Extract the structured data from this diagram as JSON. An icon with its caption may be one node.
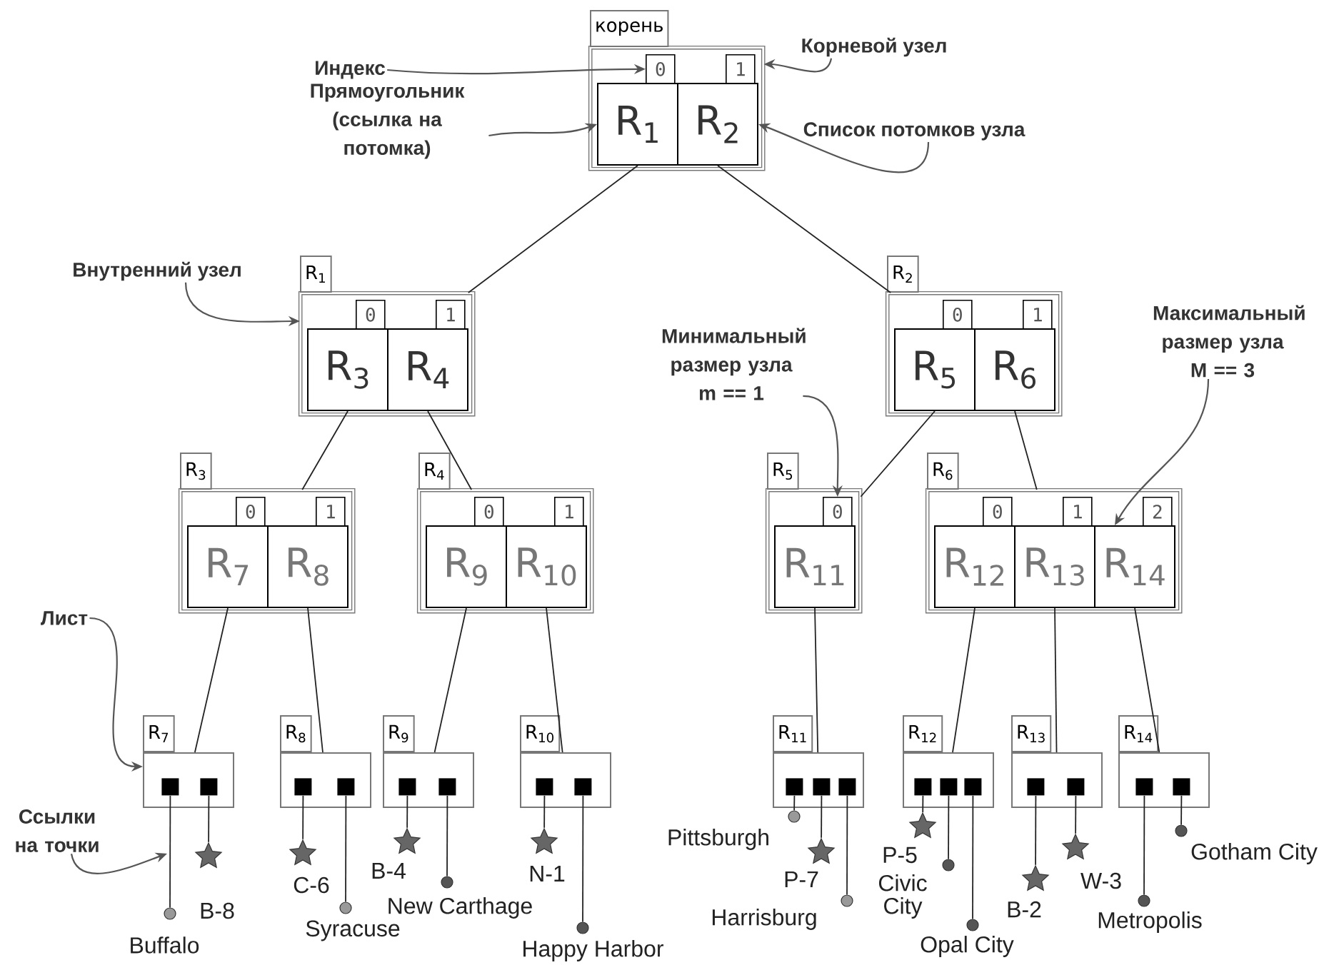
{
  "diagram": {
    "nodes": [
      {
        "text": [
          "корень"
        ]
      },
      {
        "text": [
          "0"
        ],
        "in": 0
      },
      {
        "text": [
          "1"
        ],
        "in": 0
      },
      {
        "text": [
          "R$_{1}$"
        ],
        "in": 0
      },
      {
        "text": [
          "R$_{2}$"
        ],
        "in": 0
      },
      {
        "text": [
          "R$_{1}$"
        ]
      },
      {
        "text": [
          "0"
        ],
        "in": 5
      },
      {
        "text": [
          "1"
        ],
        "in": 5
      },
      {
        "text": [
          "R$_{3}$"
        ],
        "in": 5
      },
      {
        "text": [
          "R$_{4}$"
        ],
        "in": 5
      },
      {
        "text": [
          "R$_{2}$"
        ]
      },
      {
        "text": [
          "0"
        ],
        "in": 10
      },
      {
        "text": [
          "1"
        ],
        "in": 10
      },
      {
        "text": [
          "R$_{5}$"
        ],
        "in": 10
      },
      {
        "text": [
          "R$_{6}$"
        ],
        "in": 10
      },
      {
        "text": [
          "R$_{3}$"
        ]
      },
      {
        "text": [
          "0"
        ],
        "in": 15
      },
      {
        "text": [
          "1"
        ],
        "in": 15
      },
      {
        "text": [
          "R$_{7}$"
        ],
        "in": 15
      },
      {
        "text": [
          "R$_{8}$"
        ],
        "in": 15
      },
      {
        "text": [
          "R$_{4}$"
        ]
      },
      {
        "text": [
          "0"
        ],
        "in": 20
      },
      {
        "text": [
          "1"
        ],
        "in": 20
      },
      {
        "text": [
          "R$_{9}$"
        ],
        "in": 20
      },
      {
        "text": [
          "R$_{10}$"
        ],
        "in": 20
      },
      {
        "text": [
          "R$_{5}$"
        ]
      },
      {
        "text": [
          "0"
        ],
        "in": 25
      },
      {
        "text": [
          "R$_{11}$"
        ],
        "in": 25
      },
      {
        "text": [
          "R$_{6}$"
        ]
      },
      {
        "text": [
          "0"
        ],
        "in": 28
      },
      {
        "text": [
          "1"
        ],
        "in": 28
      },
      {
        "text": [
          "2"
        ],
        "in": 28
      },
      {
        "text": [
          "R$_{12}$"
        ],
        "in": 28
      },
      {
        "text": [
          "R$_{13}$"
        ],
        "in": 28
      },
      {
        "text": [
          "R$_{14}$"
        ],
        "in": 28
      },
      {
        "text": [
          "R$_{7}$"
        ]
      },
      {
        "text": [],
        "shape": "box",
        "in": 35
      },
      {
        "text": [],
        "shape": "box",
        "in": 35
      },
      {
        "text": [
          "R$_{8}$"
        ]
      },
      {
        "text": [],
        "shape": "box",
        "in": 38
      },
      {
        "text": [],
        "shape": "box",
        "in": 38
      },
      {
        "text": [
          "R$_{9}$"
        ]
      },
      {
        "text": [],
        "shape": "box",
        "in": 41
      },
      {
        "text": [],
        "shape": "box",
        "in": 41
      },
      {
        "text": [
          "R$_{10}$"
        ]
      },
      {
        "text": [],
        "shape": "box",
        "in": 44
      },
      {
        "text": [],
        "shape": "box",
        "in": 44
      },
      {
        "text": [
          "R$_{11}$"
        ]
      },
      {
        "text": [],
        "shape": "box",
        "in": 47
      },
      {
        "text": [],
        "shape": "box",
        "in": 47
      },
      {
        "text": [],
        "shape": "box",
        "in": 47
      },
      {
        "text": [
          "R$_{12}$"
        ]
      },
      {
        "text": [],
        "shape": "box",
        "in": 51
      },
      {
        "text": [],
        "shape": "box",
        "in": 51
      },
      {
        "text": [],
        "shape": "box",
        "in": 51
      },
      {
        "text": [
          "R$_{13}$"
        ]
      },
      {
        "text": [],
        "shape": "box",
        "in": 55
      },
      {
        "text": [],
        "shape": "box",
        "in": 55
      },
      {
        "text": [
          "R$_{14}$"
        ]
      },
      {
        "text": [],
        "shape": "box",
        "in": 58
      },
      {
        "text": [],
        "shape": "box",
        "in": 58
      },
      {
        "text": [],
        "shape": "circle",
        "beside": [
          "Buffalo"
        ]
      },
      {
        "text": [],
        "shape": "star",
        "beside": [
          "B-8"
        ]
      },
      {
        "text": [],
        "shape": "star",
        "beside": [
          "C-6"
        ]
      },
      {
        "text": [],
        "shape": "circle",
        "beside": [
          "Syracuse"
        ]
      },
      {
        "text": [],
        "shape": "star",
        "beside": [
          "B-4"
        ]
      },
      {
        "text": [],
        "shape": "circle",
        "beside": [
          "New Carthage"
        ]
      },
      {
        "text": [],
        "shape": "star",
        "beside": [
          "N-1"
        ]
      },
      {
        "text": [],
        "shape": "circle",
        "beside": [
          "Happy Harbor"
        ]
      },
      {
        "text": [],
        "shape": "circle",
        "beside": [
          "Pittsburgh"
        ]
      },
      {
        "text": [],
        "shape": "star",
        "beside": [
          "P-7"
        ]
      },
      {
        "text": [],
        "shape": "circle",
        "beside": [
          "Harrisburg"
        ]
      },
      {
        "text": [],
        "shape": "star",
        "beside": [
          "P-5"
        ]
      },
      {
        "text": [],
        "shape": "circle",
        "beside": [
          "Civic City"
        ]
      },
      {
        "text": [],
        "shape": "circle",
        "beside": [
          "Opal City"
        ]
      },
      {
        "text": [],
        "shape": "star",
        "beside": [
          "B-2"
        ]
      },
      {
        "text": [],
        "shape": "star",
        "beside": [
          "W-3"
        ]
      },
      {
        "text": [],
        "shape": "circle",
        "beside": [
          "Metropolis"
        ]
      },
      {
        "text": [],
        "shape": "circle",
        "beside": [
          "Gotham City"
        ]
      },
      {
        "text": [
          "Индекс"
        ]
      },
      {
        "text": [
          "Корневой узел"
        ]
      },
      {
        "text": [
          "Прямоугольник (ссылка на потомка)"
        ]
      },
      {
        "text": [
          "Список потомков узла"
        ]
      },
      {
        "text": [
          "Внутренний узел"
        ]
      },
      {
        "text": [
          "Минимальный размер узла m == 1"
        ]
      },
      {
        "text": [
          "Максимальный размер узла M == 3"
        ]
      },
      {
        "text": [
          "Лист"
        ]
      },
      {
        "text": [
          "Ссылки на точки"
        ]
      }
    ],
    "edges": [
      {
        "from": 3,
        "to": 5,
        "arrow": "none"
      },
      {
        "from": 4,
        "to": 10,
        "arrow": "none"
      },
      {
        "from": 8,
        "to": 15,
        "arrow": "none"
      },
      {
        "from": 9,
        "to": 20,
        "arrow": "none"
      },
      {
        "from": 13,
        "to": 25,
        "arrow": "none"
      },
      {
        "from": 14,
        "to": 28,
        "arrow": "none"
      },
      {
        "from": 18,
        "to": 35,
        "arrow": "none"
      },
      {
        "from": 19,
        "to": 38,
        "arrow": "none"
      },
      {
        "from": 23,
        "to": 41,
        "arrow": "none"
      },
      {
        "from": 24,
        "to": 44,
        "arrow": "none"
      },
      {
        "from": 27,
        "to": 47,
        "arrow": "none"
      },
      {
        "from": 32,
        "to": 51,
        "arrow": "none"
      },
      {
        "from": 33,
        "to": 55,
        "arrow": "none"
      },
      {
        "from": 34,
        "to": 58,
        "arrow": "none"
      },
      {
        "from": 36,
        "to": 61,
        "arrow": "none"
      },
      {
        "from": 37,
        "to": 62,
        "arrow": "none"
      },
      {
        "from": 39,
        "to": 63,
        "arrow": "none"
      },
      {
        "from": 40,
        "to": 64,
        "arrow": "none"
      },
      {
        "from": 42,
        "to": 65,
        "arrow": "none"
      },
      {
        "from": 43,
        "to": 66,
        "arrow": "none"
      },
      {
        "from": 45,
        "to": 67,
        "arrow": "none"
      },
      {
        "from": 46,
        "to": 68,
        "arrow": "none"
      },
      {
        "from": 48,
        "to": 69,
        "arrow": "none"
      },
      {
        "from": 49,
        "to": 70,
        "arrow": "none"
      },
      {
        "from": 50,
        "to": 71,
        "arrow": "none"
      },
      {
        "from": 52,
        "to": 72,
        "arrow": "none"
      },
      {
        "from": 53,
        "to": 73,
        "arrow": "none"
      },
      {
        "from": 54,
        "to": 74,
        "arrow": "none"
      },
      {
        "from": 56,
        "to": 75,
        "arrow": "none"
      },
      {
        "from": 57,
        "to": 76,
        "arrow": "none"
      },
      {
        "from": 59,
        "to": 77,
        "arrow": "none"
      },
      {
        "from": 60,
        "to": 78,
        "arrow": "none"
      },
      {
        "from": 79,
        "to": 1,
        "arrow": "to",
        "color": "#555555"
      },
      {
        "from": 80,
        "to": 0,
        "arrow": "to",
        "color": "#555555"
      },
      {
        "from": 81,
        "to": 3,
        "arrow": "to",
        "color": "#555555"
      },
      {
        "from": 82,
        "to": 4,
        "arrow": "to",
        "color": "#555555"
      },
      {
        "from": 83,
        "to": 5,
        "arrow": "to",
        "color": "#555555"
      },
      {
        "from": 84,
        "to": 26,
        "arrow": "to",
        "color": "#555555"
      },
      {
        "from": 85,
        "to": 34,
        "arrow": "to",
        "color": "#555555"
      },
      {
        "from": 86,
        "to": 35,
        "arrow": "to",
        "color": "#555555"
      },
      {
        "from": 87,
        "to": null,
        "arrow": "to",
        "color": "#555555"
      }
    ]
  }
}
